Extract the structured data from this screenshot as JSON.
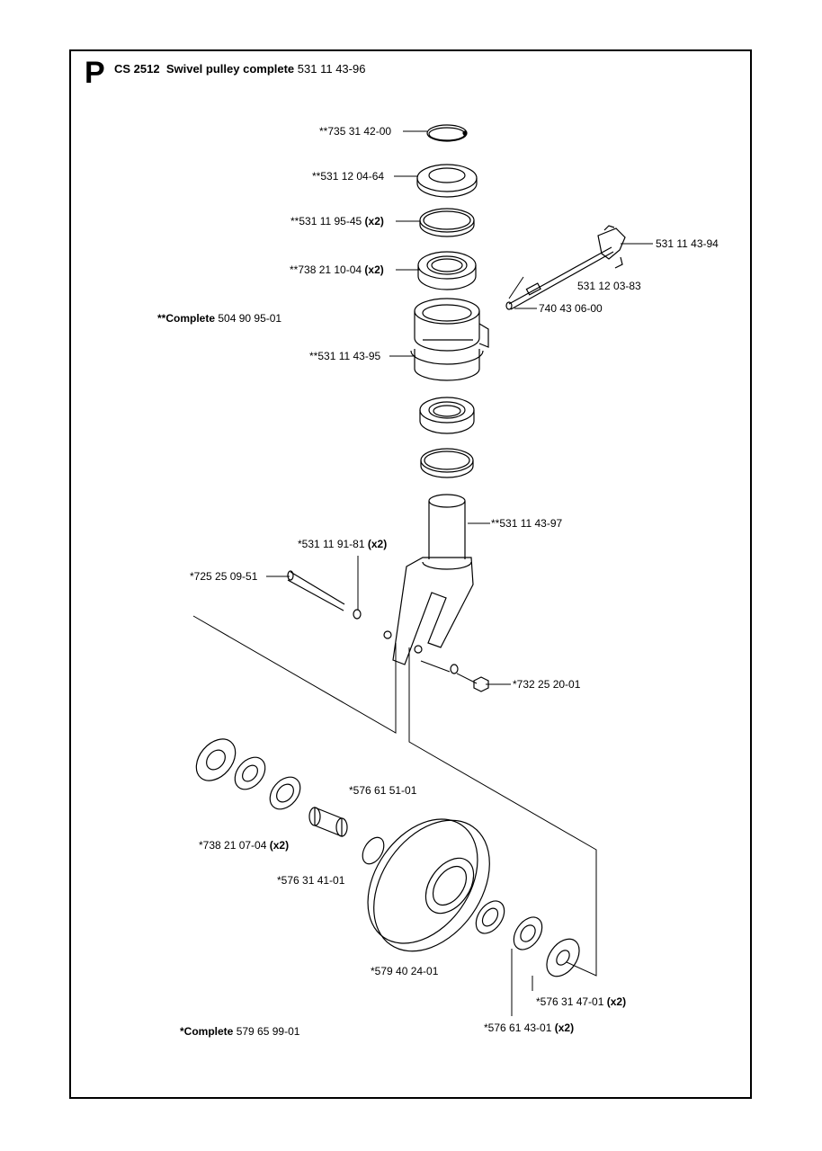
{
  "header": {
    "letter": "P",
    "model": "CS 2512",
    "description": "Swivel pulley complete",
    "part_number": "531 11 43-96"
  },
  "parts": [
    {
      "id": "p1",
      "text": "**735 31 42-00",
      "qty": ""
    },
    {
      "id": "p2",
      "text": "**531 12 04-64",
      "qty": ""
    },
    {
      "id": "p3",
      "text": "**531 11 95-45",
      "qty": "(x2)"
    },
    {
      "id": "p4",
      "text": "**738 21 10-04",
      "qty": "(x2)"
    },
    {
      "id": "p5",
      "text": "531 11 43-94",
      "qty": ""
    },
    {
      "id": "p6",
      "text": "531 12 03-83",
      "qty": ""
    },
    {
      "id": "p7",
      "text": "740 43 06-00",
      "qty": ""
    },
    {
      "id": "p8",
      "text": "**531 11 43-95",
      "qty": ""
    },
    {
      "id": "p9",
      "text": "**531 11 43-97",
      "qty": ""
    },
    {
      "id": "p10",
      "text": "*531 11 91-81",
      "qty": "(x2)"
    },
    {
      "id": "p11",
      "text": "*725 25 09-51",
      "qty": ""
    },
    {
      "id": "p12",
      "text": "*732 25 20-01",
      "qty": ""
    },
    {
      "id": "p13",
      "text": "*576 61 51-01",
      "qty": ""
    },
    {
      "id": "p14",
      "text": "*738 21 07-04",
      "qty": "(x2)"
    },
    {
      "id": "p15",
      "text": "*576 31 41-01",
      "qty": ""
    },
    {
      "id": "p16",
      "text": "*579 40 24-01",
      "qty": ""
    },
    {
      "id": "p17",
      "text": "*576 31 47-01",
      "qty": "(x2)"
    },
    {
      "id": "p18",
      "text": "*576 61 43-01",
      "qty": "(x2)"
    }
  ],
  "kits": [
    {
      "id": "k1",
      "prefix": "**Complete",
      "number": "504 90 95-01"
    },
    {
      "id": "k2",
      "prefix": "*Complete",
      "number": "579 65 99-01"
    }
  ]
}
